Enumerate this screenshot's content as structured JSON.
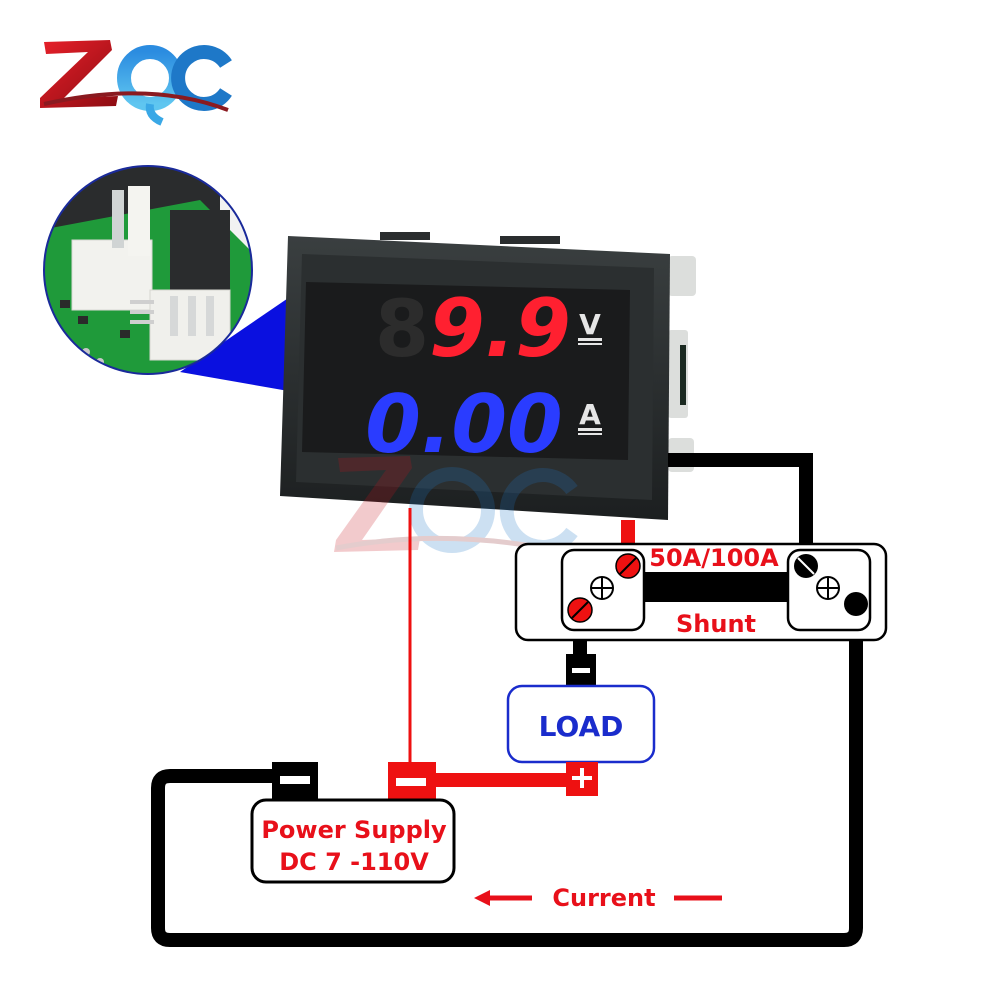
{
  "brand": {
    "logo_text": "ZQC",
    "letters": [
      "Z",
      "Q",
      "C"
    ],
    "colors": {
      "z": "#c8141c",
      "qc": "#1e78c8",
      "swoosh": "#8a1a20"
    }
  },
  "meter": {
    "voltage_reading": "9.9",
    "voltage_unit": "V",
    "current_reading": "0.00",
    "current_unit": "A",
    "voltage_color": "#ff2030",
    "current_color": "#2a3cff"
  },
  "inset": {
    "description": "close-up of meter PCB connectors",
    "pointer_color": "#0a10e0"
  },
  "shunt": {
    "rating_label": "50A/100A",
    "name_label": "Shunt"
  },
  "load": {
    "label": "LOAD",
    "minus": "−",
    "plus": "+",
    "color": "#1a2ccc"
  },
  "power_supply": {
    "title": "Power Supply",
    "range": "DC 7 -110V",
    "minus": "−",
    "plus": "−"
  },
  "current_flow": {
    "label": "Current",
    "direction": "left"
  },
  "colors": {
    "wire_red": "#ee1111",
    "wire_black": "#000000",
    "label_red": "#e8101a"
  }
}
